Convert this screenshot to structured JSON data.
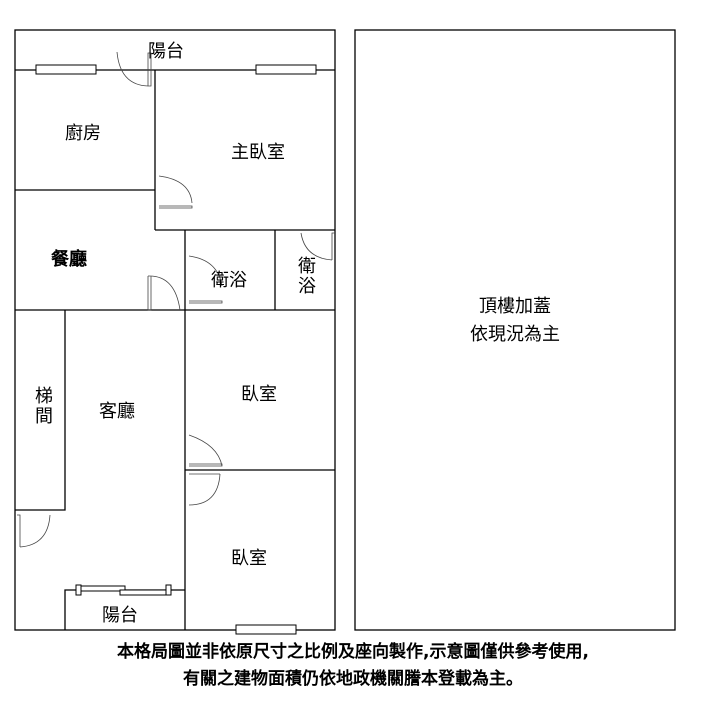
{
  "rooms": {
    "balcony_top": "陽台",
    "kitchen": "廚房",
    "master_bedroom": "主臥室",
    "dining_room": "餐廳",
    "bathroom_1": "衛浴",
    "bathroom_2": "衛浴",
    "stairwell": "梯間",
    "living_room": "客廳",
    "bedroom_1": "臥室",
    "bedroom_2": "臥室",
    "balcony_bottom": "陽台"
  },
  "rooftop": {
    "line1": "頂樓加蓋",
    "line2": "依現況為主"
  },
  "disclaimer": {
    "line1": "本格局圖並非依原尺寸之比例及座向製作,示意圖僅供參考使用,",
    "line2": "有關之建物面積仍依地政機關謄本登載為主。"
  }
}
